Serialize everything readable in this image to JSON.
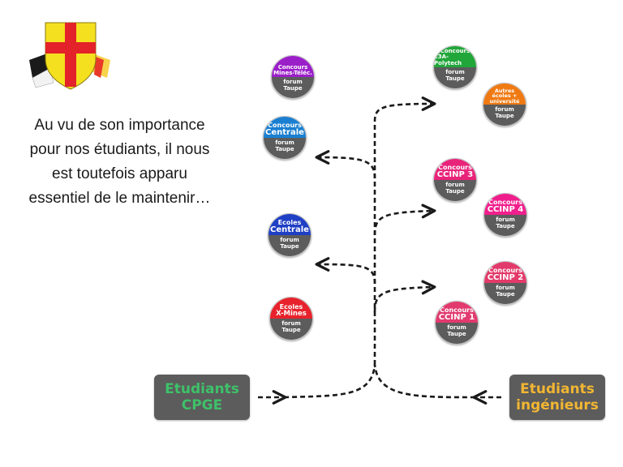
{
  "intro_text": "Au vu de son importance\npour nos étudiants, il nous\nest toutefois apparu\nessentiel de le maintenir…",
  "colors": {
    "arrows": "#1a1a1a",
    "node_bottom": "#5c5c5c",
    "box_bg": "#5c5c5c",
    "cpge_text": "#3ec16a",
    "ing_text": "#f2b632"
  },
  "boxes": {
    "cpge": {
      "line1": "Etudiants",
      "line2": "CPGE"
    },
    "ingenieurs": {
      "line1": "Etudiants",
      "line2": "ingénieurs"
    }
  },
  "nodes": {
    "mines_telec": {
      "line1": "Concours",
      "line2": "Mines-Téléc.",
      "line3": "forum",
      "line4": "Taupe",
      "color": "#9b1fc9"
    },
    "centrale": {
      "line1": "Concours",
      "line2": "Centrale",
      "line3": "forum",
      "line4": "Taupe",
      "color": "#1a7fd1"
    },
    "ecoles_centrale": {
      "line1": "Ecoles",
      "line2": "Centrale",
      "line3": "forum",
      "line4": "Taupe",
      "color": "#1f3fc4"
    },
    "ecoles_xmines": {
      "line1": "Ecoles",
      "line2": "X-Mines",
      "line3": "forum",
      "line4": "Taupe",
      "color": "#e8222c"
    },
    "e3a": {
      "line1": "Concours",
      "line2": "E3A-Polytech",
      "line3": "forum",
      "line4": "Taupe",
      "color": "#21a63a"
    },
    "autres": {
      "line1": "Autres",
      "line2": "écoles +",
      "line2b": "université",
      "line3": "forum",
      "line4": "Taupe",
      "color": "#f07a12"
    },
    "ccinp3": {
      "line1": "Concours",
      "line2": "CCINP 3",
      "line3": "forum",
      "line4": "Taupe",
      "color": "#e8237a"
    },
    "ccinp4": {
      "line1": "Concours",
      "line2": "CCINP 4",
      "line3": "forum",
      "line4": "Taupe",
      "color": "#f01e8c"
    },
    "ccinp2": {
      "line1": "Concours",
      "line2": "CCINP 2",
      "line3": "forum",
      "line4": "Taupe",
      "color": "#e23a6a"
    },
    "ccinp1": {
      "line1": "Concours",
      "line2": "CCINP 1",
      "line3": "forum",
      "line4": "Taupe",
      "color": "#e23a6e"
    }
  }
}
